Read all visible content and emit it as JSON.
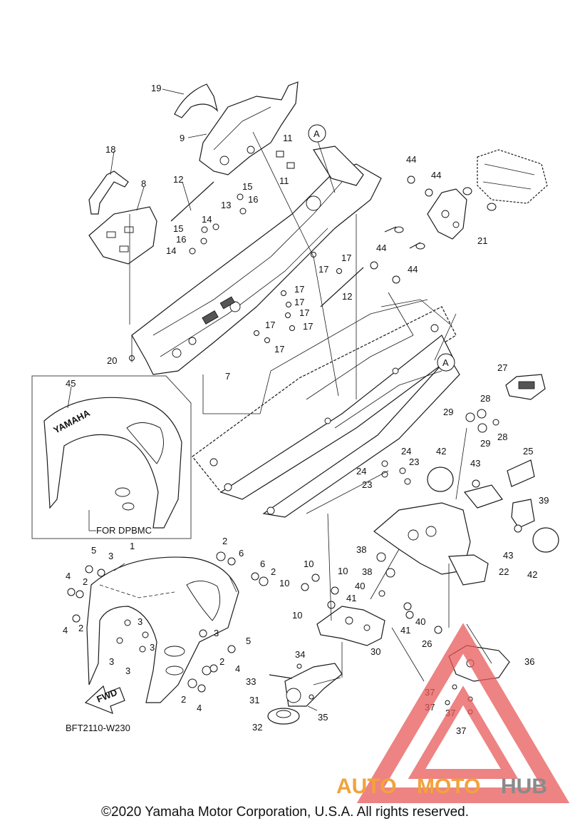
{
  "diagram_code": "BFT2110-W230",
  "inset_note": "FOR DPBMC",
  "fwd_label": "FWD",
  "brand_on_fender": "YAMAHA",
  "ref_label": "A",
  "watermark": {
    "word_auto": "AUTO",
    "word_moto": "MOTO",
    "word_hub": "HUB",
    "color_orange": "#f2a23c",
    "color_gray": "#8a8a8a",
    "triangle_color": "#e85a5a"
  },
  "copyright": "©2020 Yamaha Motor Corporation, U.S.A. All rights reserved.",
  "callouts": [
    {
      "id": "c19",
      "label": "19"
    },
    {
      "id": "c9",
      "label": "9"
    },
    {
      "id": "c18",
      "label": "18"
    },
    {
      "id": "c8",
      "label": "8"
    },
    {
      "id": "c12a",
      "label": "12"
    },
    {
      "id": "c15a",
      "label": "15"
    },
    {
      "id": "c16a",
      "label": "16"
    },
    {
      "id": "c13",
      "label": "13"
    },
    {
      "id": "c15b",
      "label": "15"
    },
    {
      "id": "c14a",
      "label": "14"
    },
    {
      "id": "c16b",
      "label": "16"
    },
    {
      "id": "c14b",
      "label": "14"
    },
    {
      "id": "c11a",
      "label": "11"
    },
    {
      "id": "c11b",
      "label": "11"
    },
    {
      "id": "c44a",
      "label": "44"
    },
    {
      "id": "c44b",
      "label": "44"
    },
    {
      "id": "c21",
      "label": "21"
    },
    {
      "id": "c44c",
      "label": "44"
    },
    {
      "id": "c44d",
      "label": "44"
    },
    {
      "id": "c17a",
      "label": "17"
    },
    {
      "id": "c17b",
      "label": "17"
    },
    {
      "id": "c12b",
      "label": "12"
    },
    {
      "id": "c17c",
      "label": "17"
    },
    {
      "id": "c17d",
      "label": "17"
    },
    {
      "id": "c17e",
      "label": "17"
    },
    {
      "id": "c17f",
      "label": "17"
    },
    {
      "id": "c17g",
      "label": "17"
    },
    {
      "id": "c17h",
      "label": "17"
    },
    {
      "id": "c20",
      "label": "20"
    },
    {
      "id": "c7",
      "label": "7"
    },
    {
      "id": "c45",
      "label": "45"
    },
    {
      "id": "c27",
      "label": "27"
    },
    {
      "id": "c28a",
      "label": "28"
    },
    {
      "id": "c29a",
      "label": "29"
    },
    {
      "id": "c28b",
      "label": "28"
    },
    {
      "id": "c29b",
      "label": "29"
    },
    {
      "id": "c42a",
      "label": "42"
    },
    {
      "id": "c24a",
      "label": "24"
    },
    {
      "id": "c23a",
      "label": "23"
    },
    {
      "id": "c24b",
      "label": "24"
    },
    {
      "id": "c23b",
      "label": "23"
    },
    {
      "id": "c43a",
      "label": "43"
    },
    {
      "id": "c25",
      "label": "25"
    },
    {
      "id": "c39",
      "label": "39"
    },
    {
      "id": "c43b",
      "label": "43"
    },
    {
      "id": "c42b",
      "label": "42"
    },
    {
      "id": "c38a",
      "label": "38"
    },
    {
      "id": "c38b",
      "label": "38"
    },
    {
      "id": "c22",
      "label": "22"
    },
    {
      "id": "c1",
      "label": "1"
    },
    {
      "id": "c5a",
      "label": "5"
    },
    {
      "id": "c3a",
      "label": "3"
    },
    {
      "id": "c2a",
      "label": "2"
    },
    {
      "id": "c6a",
      "label": "6"
    },
    {
      "id": "c6b",
      "label": "6"
    },
    {
      "id": "c2b",
      "label": "2"
    },
    {
      "id": "c4a",
      "label": "4"
    },
    {
      "id": "c2c",
      "label": "2"
    },
    {
      "id": "c10a",
      "label": "10"
    },
    {
      "id": "c10b",
      "label": "10"
    },
    {
      "id": "c10c",
      "label": "10"
    },
    {
      "id": "c40a",
      "label": "40"
    },
    {
      "id": "c41a",
      "label": "41"
    },
    {
      "id": "c10d",
      "label": "10"
    },
    {
      "id": "c41b",
      "label": "41"
    },
    {
      "id": "c40b",
      "label": "40"
    },
    {
      "id": "c3b",
      "label": "3"
    },
    {
      "id": "c4b",
      "label": "4"
    },
    {
      "id": "c2d",
      "label": "2"
    },
    {
      "id": "c3c",
      "label": "3"
    },
    {
      "id": "c5b",
      "label": "5"
    },
    {
      "id": "c3d",
      "label": "3"
    },
    {
      "id": "c3e",
      "label": "3"
    },
    {
      "id": "c3f",
      "label": "3"
    },
    {
      "id": "c2e",
      "label": "2"
    },
    {
      "id": "c4c",
      "label": "4"
    },
    {
      "id": "c2f",
      "label": "2"
    },
    {
      "id": "c4d",
      "label": "4"
    },
    {
      "id": "c30",
      "label": "30"
    },
    {
      "id": "c26",
      "label": "26"
    },
    {
      "id": "c34",
      "label": "34"
    },
    {
      "id": "c33",
      "label": "33"
    },
    {
      "id": "c31",
      "label": "31"
    },
    {
      "id": "c35",
      "label": "35"
    },
    {
      "id": "c32",
      "label": "32"
    },
    {
      "id": "c36",
      "label": "36"
    },
    {
      "id": "c37a",
      "label": "37"
    },
    {
      "id": "c37b",
      "label": "37"
    },
    {
      "id": "c37c",
      "label": "37"
    },
    {
      "id": "c37d",
      "label": "37"
    }
  ]
}
